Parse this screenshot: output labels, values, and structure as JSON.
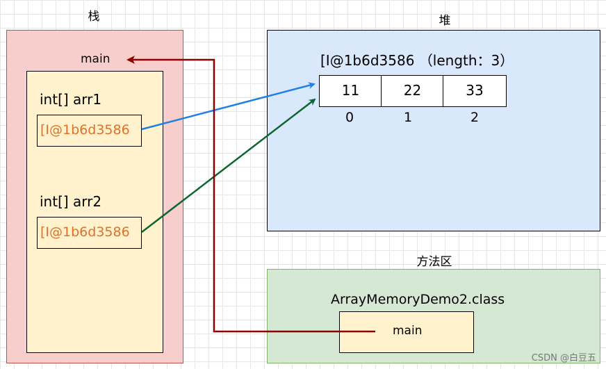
{
  "regions": {
    "stack_label": "栈",
    "heap_label": "堆",
    "method_area_label": "方法区"
  },
  "stack": {
    "frame_label": "main",
    "vars": [
      {
        "decl": "int[] arr1",
        "value": "[I@1b6d3586"
      },
      {
        "decl": "int[] arr2",
        "value": "[I@1b6d3586"
      }
    ]
  },
  "heap": {
    "array_header": "[I@1b6d3586 （length：3）",
    "values": [
      "11",
      "22",
      "33"
    ],
    "indices": [
      "0",
      "1",
      "2"
    ]
  },
  "method_area": {
    "class_name": "ArrayMemoryDemo2.class",
    "method": "main"
  },
  "watermark": "CSDN @白豆五",
  "colors": {
    "stack_fill": "#f8cecc",
    "frame_fill": "#fff2cc",
    "heap_fill": "#dae8fc",
    "method_fill": "#d5e8d4",
    "ref_text": "#e0702a",
    "arrow_arr1": "#1f7fe6",
    "arrow_arr2": "#0b6630",
    "arrow_main": "#8b0000"
  }
}
